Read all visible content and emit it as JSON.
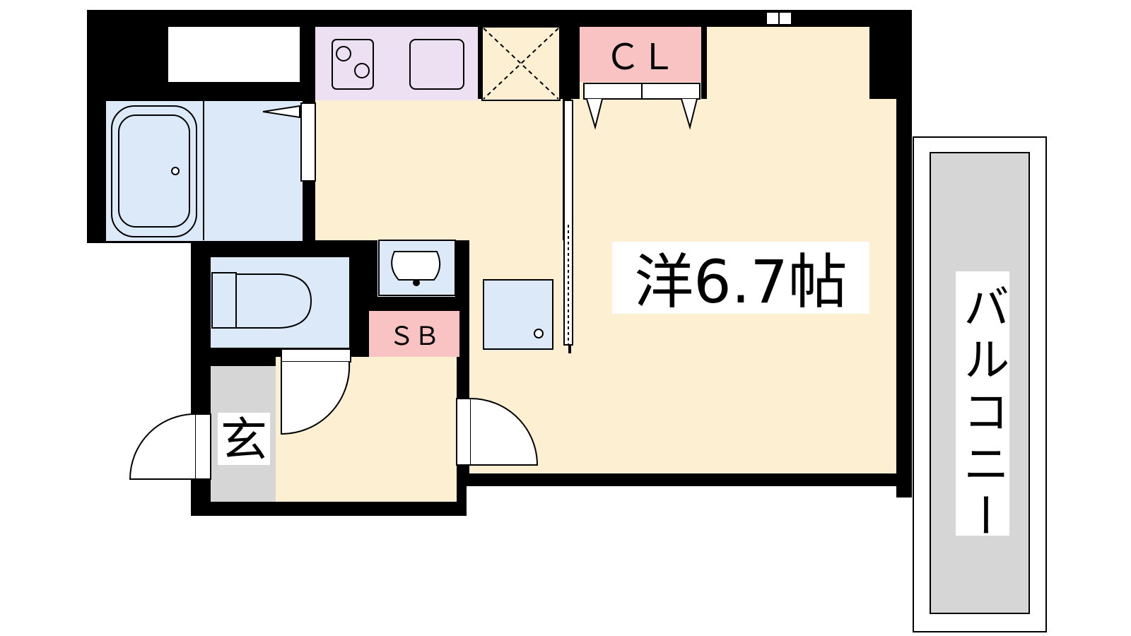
{
  "floorplan": {
    "rooms": {
      "western_room": {
        "label": "洋6.7帖"
      },
      "closet": {
        "label": "ＣＬ"
      },
      "shoe_box": {
        "label": "ＳＢ"
      },
      "entrance": {
        "label": "玄"
      },
      "balcony": {
        "label": "バルコニー"
      }
    },
    "colors": {
      "floor": "#fdf0d2",
      "wet_area": "#dbe9f8",
      "kitchen": "#ece0f2",
      "storage_label": "#f9c3c3",
      "entrance_floor": "#d6d6d6",
      "balcony": "#d6d6d6",
      "wall": "#000000"
    }
  }
}
